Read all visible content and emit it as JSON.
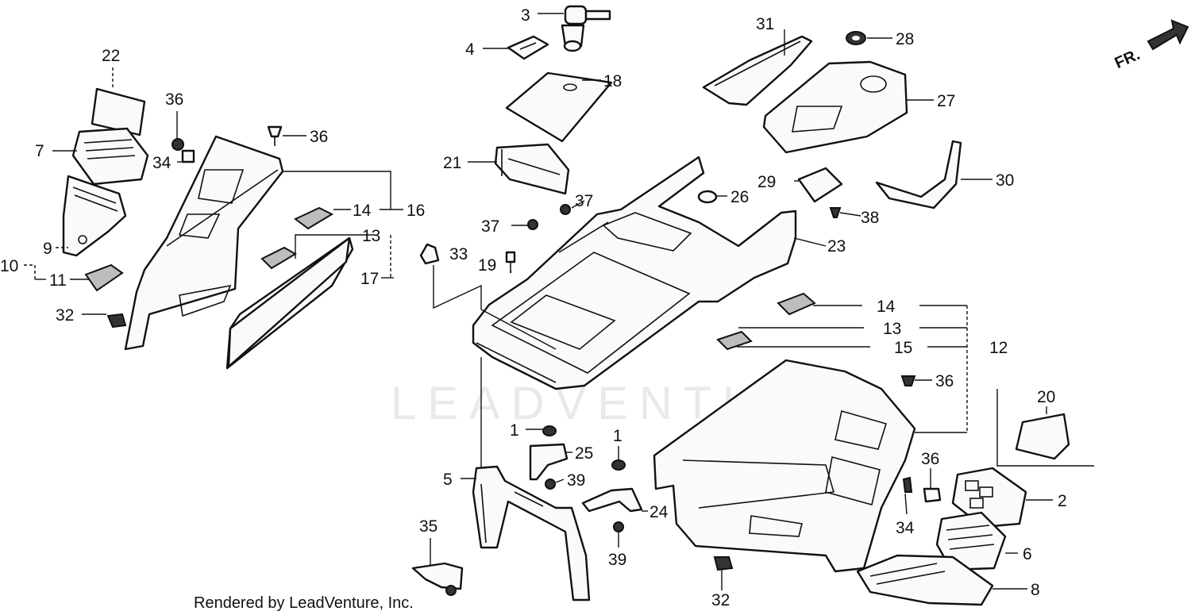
{
  "watermark": "LEADVENTURE",
  "credit": "Rendered by LeadVenture, Inc.",
  "direction_label": "FR.",
  "callouts": {
    "c1a": "1",
    "c1b": "1",
    "c2": "2",
    "c3": "3",
    "c4": "4",
    "c5": "5",
    "c6": "6",
    "c7": "7",
    "c8": "8",
    "c9": "9",
    "c10": "10",
    "c11": "11",
    "c12": "12",
    "c13a": "13",
    "c13b": "13",
    "c14a": "14",
    "c14b": "14",
    "c15": "15",
    "c16": "16",
    "c17": "17",
    "c18": "18",
    "c19": "19",
    "c20": "20",
    "c21": "21",
    "c22": "22",
    "c23": "23",
    "c24": "24",
    "c25": "25",
    "c26": "26",
    "c27": "27",
    "c28": "28",
    "c29": "29",
    "c30": "30",
    "c31": "31",
    "c32a": "32",
    "c32b": "32",
    "c33": "33",
    "c34a": "34",
    "c34b": "34",
    "c35": "35",
    "c36a": "36",
    "c36b": "36",
    "c36c": "36",
    "c36d": "36",
    "c37a": "37",
    "c37b": "37",
    "c38": "38",
    "c39a": "39",
    "c39b": "39"
  }
}
